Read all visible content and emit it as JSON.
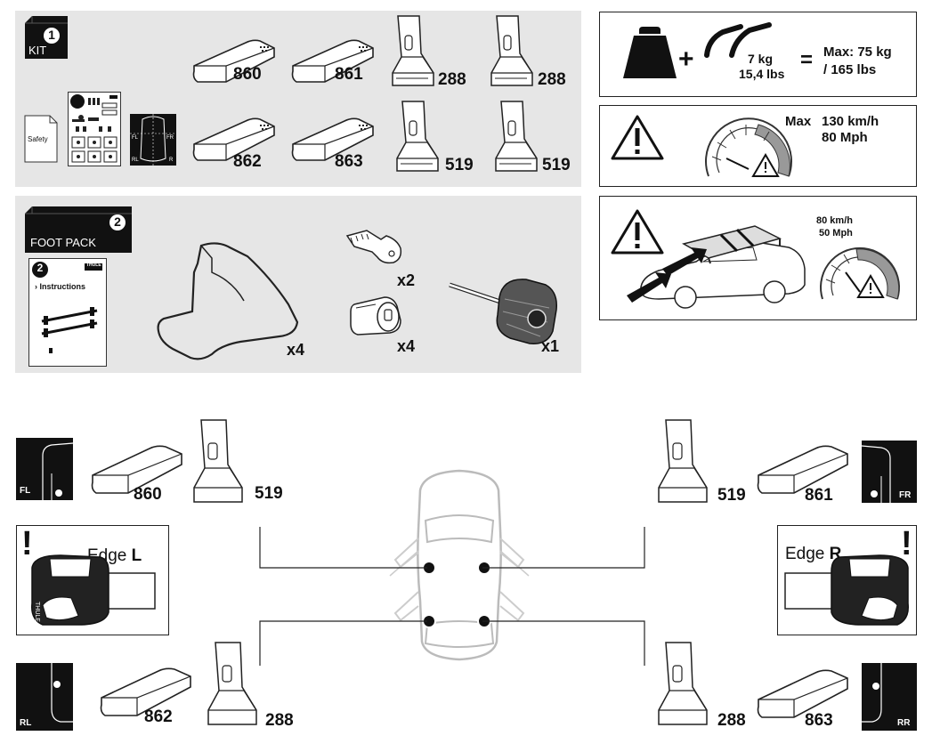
{
  "kit": {
    "step": "1",
    "label": "KIT",
    "safety_label": "Safety",
    "parts": [
      "860",
      "861",
      "288",
      "288",
      "862",
      "863",
      "519",
      "519"
    ],
    "pos_labels": [
      "FL",
      "FR",
      "RL",
      "R"
    ]
  },
  "foot_pack": {
    "step": "2",
    "label": "FOOT PACK",
    "booklet_step": "2",
    "booklet_brand": "THULE",
    "instructions_label": "› Instructions",
    "pad_count": "x4",
    "key_count": "x2",
    "lock_count": "x4",
    "tool_count": "x1"
  },
  "load": {
    "weight_kg": "7 kg",
    "weight_lbs": "15,4 lbs",
    "max_kg": "Max: 75 kg",
    "max_lbs": "/ 165 lbs"
  },
  "speed": {
    "max_label": "Max",
    "kmh": "130 km/h",
    "mph": "80 Mph"
  },
  "load_speed": {
    "kmh": "80 km/h",
    "mph": "50 Mph"
  },
  "positions": {
    "fl": {
      "tag": "FL",
      "pad": "860",
      "foot": "519"
    },
    "fr": {
      "tag": "FR",
      "pad": "861",
      "foot": "519"
    },
    "rl": {
      "tag": "RL",
      "pad": "862",
      "foot": "288"
    },
    "rr": {
      "tag": "RR",
      "pad": "863",
      "foot": "288"
    }
  },
  "edge_left": {
    "text": "Edge",
    "side": "L",
    "mark": "!"
  },
  "edge_right": {
    "text": "Edge",
    "side": "R",
    "mark": "!"
  }
}
